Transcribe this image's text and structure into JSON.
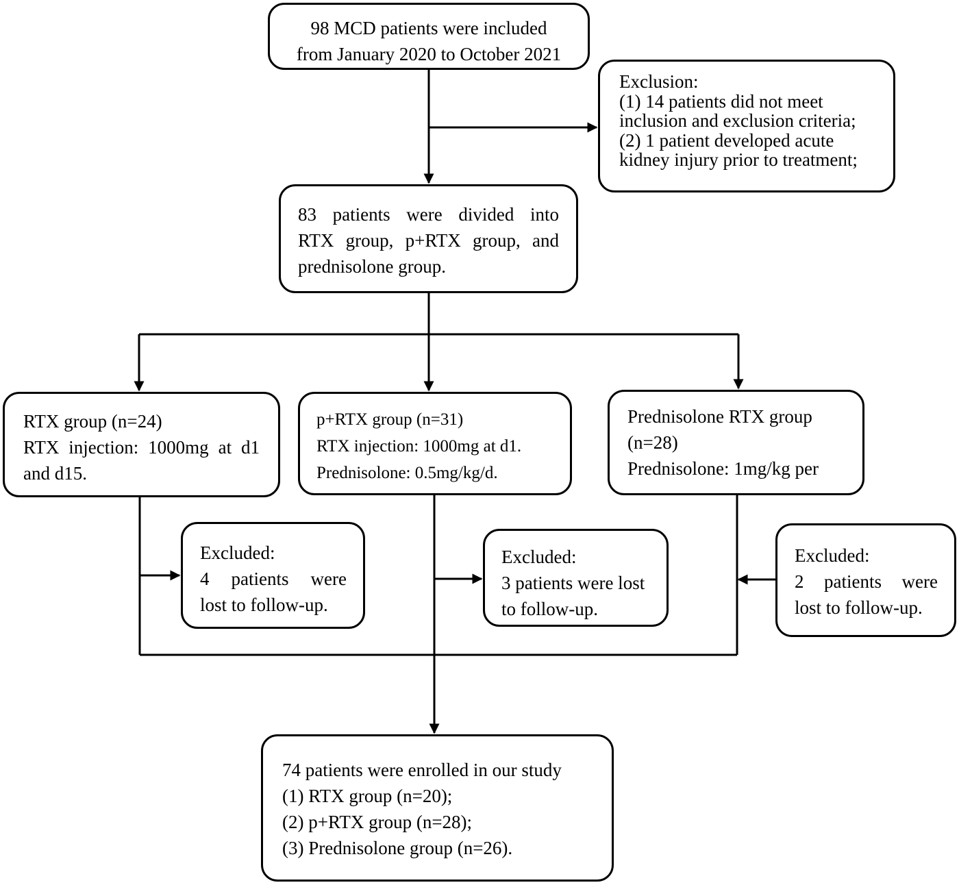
{
  "diagram": {
    "start": {
      "lines": [
        "98 MCD patients were included",
        "from January 2020 to October 2021"
      ]
    },
    "exclusion_initial": {
      "lines": [
        "Exclusion:",
        "(1) 14 patients did not meet",
        "inclusion and exclusion criteria;",
        "(2) 1 patient developed acute",
        "kidney injury prior to treatment;"
      ]
    },
    "divided": {
      "lines": [
        "83 patients were divided into",
        "RTX group, p+RTX group, and",
        "prednisolone group."
      ]
    },
    "rtx_group": {
      "lines": [
        "RTX group (n=24)",
        "RTX injection: 1000mg at d1",
        "and d15."
      ]
    },
    "prtx_group": {
      "lines": [
        "p+RTX group (n=31)",
        "RTX injection: 1000mg at d1.",
        "Prednisolone: 0.5mg/kg/d."
      ]
    },
    "pred_group": {
      "lines": [
        "Prednisolone RTX group",
        "(n=28)",
        "Prednisolone: 1mg/kg per"
      ]
    },
    "excluded_rtx": {
      "lines": [
        "Excluded:",
        "4 patients were",
        "lost to follow-up."
      ]
    },
    "excluded_prtx": {
      "lines": [
        "Excluded:",
        "3 patients were lost",
        "to follow-up."
      ]
    },
    "excluded_pred": {
      "lines": [
        "Excluded:",
        "2 patients were",
        "lost to follow-up."
      ]
    },
    "final": {
      "lines": [
        "74 patients were enrolled in our study",
        "(1) RTX group (n=20);",
        "(2) p+RTX group (n=28);",
        "(3) Prednisolone group (n=26)."
      ]
    }
  }
}
